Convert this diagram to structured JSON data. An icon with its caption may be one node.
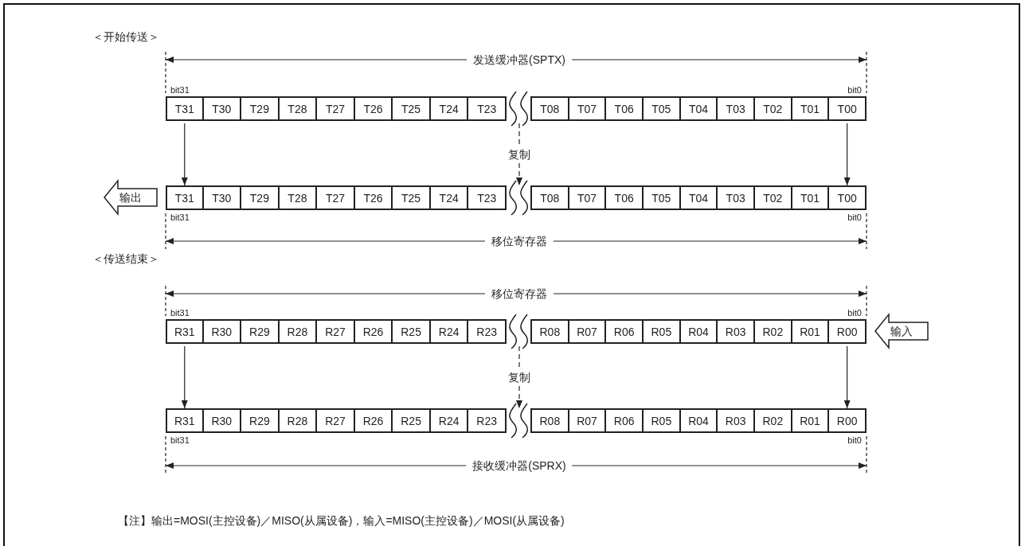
{
  "diagram": {
    "nodes": [
      {
        "text": [
          "发送缓冲器(SPTX)"
        ],
        "beside": [
          "bit31",
          "bit0"
        ]
      },
      {
        "text": [
          "T31"
        ],
        "in": 0
      },
      {
        "text": [
          "T30"
        ],
        "in": 0
      },
      {
        "text": [
          "T29"
        ],
        "in": 0
      },
      {
        "text": [
          "T28"
        ],
        "in": 0
      },
      {
        "text": [
          "T27"
        ],
        "in": 0
      },
      {
        "text": [
          "T26"
        ],
        "in": 0
      },
      {
        "text": [
          "T25"
        ],
        "in": 0
      },
      {
        "text": [
          "T24"
        ],
        "in": 0
      },
      {
        "text": [
          "T23"
        ],
        "in": 0
      },
      {
        "text": [
          "T08"
        ],
        "in": 0
      },
      {
        "text": [
          "T07"
        ],
        "in": 0
      },
      {
        "text": [
          "T06"
        ],
        "in": 0
      },
      {
        "text": [
          "T05"
        ],
        "in": 0
      },
      {
        "text": [
          "T04"
        ],
        "in": 0
      },
      {
        "text": [
          "T03"
        ],
        "in": 0
      },
      {
        "text": [
          "T02"
        ],
        "in": 0
      },
      {
        "text": [
          "T01"
        ],
        "in": 0
      },
      {
        "text": [
          "T00"
        ],
        "in": 0
      },
      {
        "text": [
          "输出"
        ]
      },
      {
        "text": [
          "移位寄存器"
        ],
        "beside": [
          "bit31",
          "bit0"
        ]
      },
      {
        "text": [
          "T31"
        ],
        "in": 20
      },
      {
        "text": [
          "T30"
        ],
        "in": 20
      },
      {
        "text": [
          "T29"
        ],
        "in": 20
      },
      {
        "text": [
          "T28"
        ],
        "in": 20
      },
      {
        "text": [
          "T27"
        ],
        "in": 20
      },
      {
        "text": [
          "T26"
        ],
        "in": 20
      },
      {
        "text": [
          "T25"
        ],
        "in": 20
      },
      {
        "text": [
          "T24"
        ],
        "in": 20
      },
      {
        "text": [
          "T23"
        ],
        "in": 20
      },
      {
        "text": [
          "T08"
        ],
        "in": 20
      },
      {
        "text": [
          "T07"
        ],
        "in": 20
      },
      {
        "text": [
          "T06"
        ],
        "in": 20
      },
      {
        "text": [
          "T05"
        ],
        "in": 20
      },
      {
        "text": [
          "T04"
        ],
        "in": 20
      },
      {
        "text": [
          "T03"
        ],
        "in": 20
      },
      {
        "text": [
          "T02"
        ],
        "in": 20
      },
      {
        "text": [
          "T01"
        ],
        "in": 20
      },
      {
        "text": [
          "T00"
        ],
        "in": 20
      },
      {
        "text": [
          "移位寄存器"
        ],
        "beside": [
          "bit31",
          "bit0"
        ]
      },
      {
        "text": [
          "R31"
        ],
        "in": 39
      },
      {
        "text": [
          "R30"
        ],
        "in": 39
      },
      {
        "text": [
          "R29"
        ],
        "in": 39
      },
      {
        "text": [
          "R28"
        ],
        "in": 39
      },
      {
        "text": [
          "R27"
        ],
        "in": 39
      },
      {
        "text": [
          "R26"
        ],
        "in": 39
      },
      {
        "text": [
          "R25"
        ],
        "in": 39
      },
      {
        "text": [
          "R24"
        ],
        "in": 39
      },
      {
        "text": [
          "R23"
        ],
        "in": 39
      },
      {
        "text": [
          "R08"
        ],
        "in": 39
      },
      {
        "text": [
          "R07"
        ],
        "in": 39
      },
      {
        "text": [
          "R06"
        ],
        "in": 39
      },
      {
        "text": [
          "R05"
        ],
        "in": 39
      },
      {
        "text": [
          "R04"
        ],
        "in": 39
      },
      {
        "text": [
          "R03"
        ],
        "in": 39
      },
      {
        "text": [
          "R02"
        ],
        "in": 39
      },
      {
        "text": [
          "R01"
        ],
        "in": 39
      },
      {
        "text": [
          "R00"
        ],
        "in": 39
      },
      {
        "text": [
          "输入"
        ]
      },
      {
        "text": [
          "接收缓冲器(SPRX)"
        ],
        "beside": [
          "bit31",
          "bit0"
        ]
      },
      {
        "text": [
          "R31"
        ],
        "in": 59
      },
      {
        "text": [
          "R30"
        ],
        "in": 59
      },
      {
        "text": [
          "R29"
        ],
        "in": 59
      },
      {
        "text": [
          "R28"
        ],
        "in": 59
      },
      {
        "text": [
          "R27"
        ],
        "in": 59
      },
      {
        "text": [
          "R26"
        ],
        "in": 59
      },
      {
        "text": [
          "R25"
        ],
        "in": 59
      },
      {
        "text": [
          "R24"
        ],
        "in": 59
      },
      {
        "text": [
          "R23"
        ],
        "in": 59
      },
      {
        "text": [
          "R08"
        ],
        "in": 59
      },
      {
        "text": [
          "R07"
        ],
        "in": 59
      },
      {
        "text": [
          "R06"
        ],
        "in": 59
      },
      {
        "text": [
          "R05"
        ],
        "in": 59
      },
      {
        "text": [
          "R04"
        ],
        "in": 59
      },
      {
        "text": [
          "R03"
        ],
        "in": 59
      },
      {
        "text": [
          "R02"
        ],
        "in": 59
      },
      {
        "text": [
          "R01"
        ],
        "in": 59
      },
      {
        "text": [
          "R00"
        ],
        "in": 59
      }
    ],
    "edges": [
      {
        "from": 1,
        "to": 21,
        "arrow": "to"
      },
      {
        "from": 18,
        "to": 38,
        "arrow": "to"
      },
      {
        "from": 0,
        "to": 20,
        "arrow": "to",
        "label": "复制",
        "style": "dashed"
      },
      {
        "from": 40,
        "to": 60,
        "arrow": "to"
      },
      {
        "from": 57,
        "to": 77,
        "arrow": "to"
      },
      {
        "from": 39,
        "to": 59,
        "arrow": "to",
        "label": "复制",
        "style": "dashed"
      }
    ],
    "labels": [
      "＜开始传送＞",
      "＜传送结束＞",
      "【注】输出=MOSI(主控设备)／MISO(从属设备)，输入=MISO(主控设备)／MOSI(从属设备)"
    ]
  }
}
